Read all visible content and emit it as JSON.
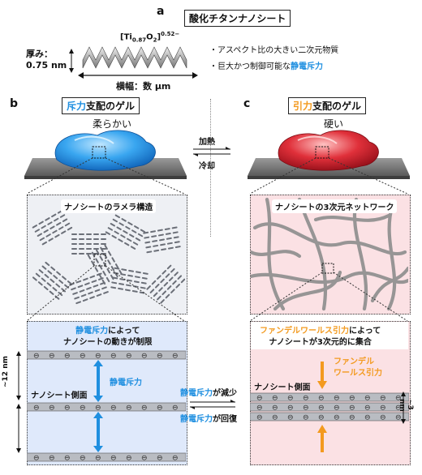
{
  "panel_a": {
    "letter": "a",
    "title": "酸化チタンナノシート",
    "formula_main": "[Ti",
    "formula_sub1": "0.87",
    "formula_mid": "O",
    "formula_sub2": "2",
    "formula_end": "]",
    "formula_sup": "0.52−",
    "thickness_label": "厚み：",
    "thickness_value": "0.75 nm",
    "width_label": "横幅：数 μm",
    "bullet1": "・アスペクト比の大きい二次元物質",
    "bullet2_pre": "・巨大かつ制御可能な",
    "bullet2_hl": "静電斥力"
  },
  "panel_b": {
    "letter": "b",
    "title_hl": "斥力",
    "title_rest": "支配のゲル",
    "subtitle": "柔らかい",
    "zoom1_title": "ナノシートのラメラ構造",
    "zoom2_title_hl": "静電斥力",
    "zoom2_title_rest": "によって",
    "zoom2_line2": "ナノシートの動きが制限",
    "spacing": "~12 nm",
    "side_label": "ナノシート側面",
    "force_label": "静電斥力"
  },
  "panel_c": {
    "letter": "c",
    "title_hl": "引力",
    "title_rest": "支配のゲル",
    "subtitle": "硬い",
    "zoom1_title": "ナノシートの3次元ネットワーク",
    "zoom2_title_hl": "ファンデルワールス引力",
    "zoom2_title_rest": "によって",
    "zoom2_line2": "ナノシートが3次元的に集合",
    "spacing": "~3 nm",
    "side_label": "ナノシート側面",
    "force_label1": "ファンデル",
    "force_label2": "ワールス引力"
  },
  "center": {
    "heat": "加熱",
    "cool": "冷却",
    "dec_hl": "静電斥力",
    "dec_rest": "が減少",
    "rec_hl": "静電斥力",
    "rec_rest": "が回復"
  },
  "sheet_symbol": "⊖",
  "colors": {
    "blue": "#1f8fe0",
    "orange": "#f39a1f",
    "blue_bg": "#dfe9fb",
    "pink_bg": "#fbe1e4",
    "red_gel": "#e0303a"
  }
}
